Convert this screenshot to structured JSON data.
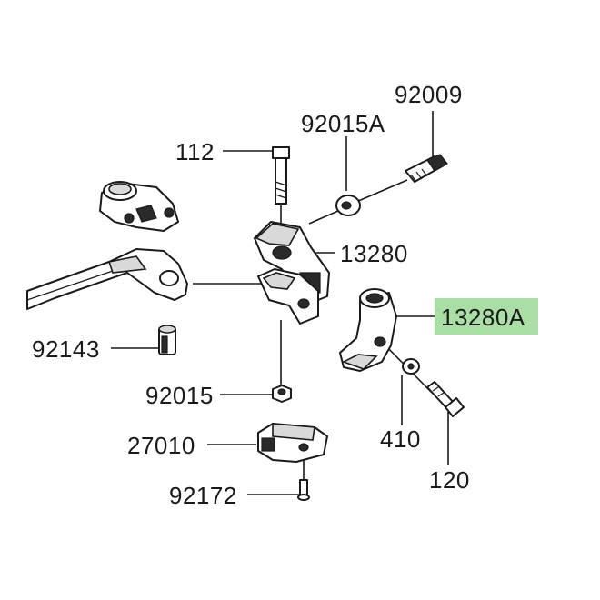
{
  "diagram": {
    "highlight_color": "#a9dfa5",
    "parts": [
      {
        "id": "p92009",
        "number": "92009"
      },
      {
        "id": "p92015A",
        "number": "92015A"
      },
      {
        "id": "p112",
        "number": "112"
      },
      {
        "id": "p13280",
        "number": "13280"
      },
      {
        "id": "p13280A",
        "number": "13280A",
        "highlighted": true
      },
      {
        "id": "p92143",
        "number": "92143"
      },
      {
        "id": "p92015",
        "number": "92015"
      },
      {
        "id": "p410",
        "number": "410"
      },
      {
        "id": "p27010",
        "number": "27010"
      },
      {
        "id": "p120",
        "number": "120"
      },
      {
        "id": "p92172",
        "number": "92172"
      }
    ]
  }
}
